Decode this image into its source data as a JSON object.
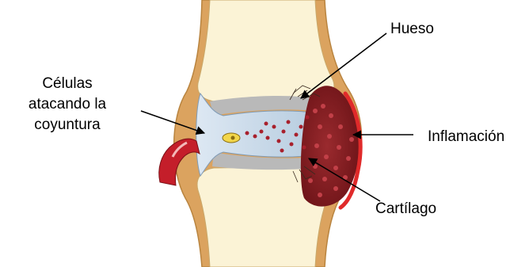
{
  "labels": {
    "cells_line1": "Células",
    "cells_line2": "atacando la",
    "cells_line3": "coyuntura",
    "bone": "Hueso",
    "inflammation": "Inflamación",
    "cartilage": "Cartílago"
  },
  "colors": {
    "bone_fill": "#fbf3d6",
    "outer_layer": "#dba35f",
    "inflammation": "#8a1c22",
    "cavity": "#cfe0ef",
    "blood_vessel": "#c41e2a"
  }
}
